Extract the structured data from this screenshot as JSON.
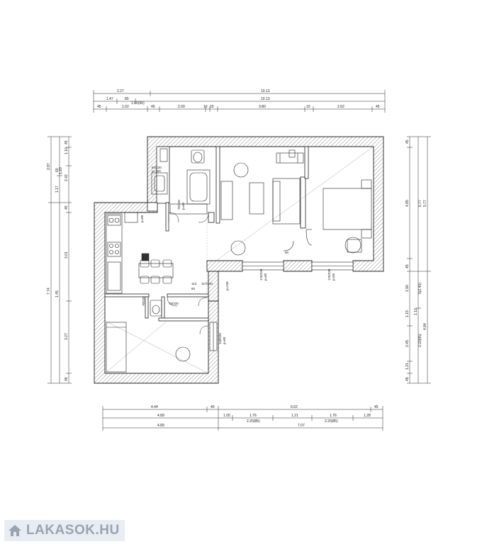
{
  "top_dims": {
    "row1": [
      "2.27",
      "10.13"
    ],
    "row2": [
      "1.47",
      "80",
      "1.55(95)",
      "10.13"
    ],
    "row3": [
      "45",
      "1.02",
      "45",
      "2.00",
      "10",
      "20",
      "3.80",
      "10",
      "2.62",
      "45"
    ]
  },
  "bottom_dims": {
    "row1": [
      "4.44",
      "45",
      "6.62",
      "45"
    ],
    "row2": [
      "4.89",
      "1.05",
      "1.76",
      "1.21",
      "1.76",
      "1.28"
    ],
    "row2_sub": [
      "2.20(85)",
      "2.20(85)"
    ],
    "row3": [
      "4.89",
      "7.07"
    ]
  },
  "left_dims": {
    "outer": [
      "2.87",
      "7.74"
    ],
    "inner": [
      "1.10",
      "60",
      "1.20",
      "1.17",
      "45",
      "3.01",
      "3.27",
      "45"
    ],
    "extra": [
      "45",
      "2.42",
      "1.45"
    ]
  },
  "right_dims": {
    "outer": [
      "5.77",
      "4.84"
    ],
    "inner": [
      "45",
      "4.85",
      "45",
      "1.90",
      "1.15",
      "2.45",
      "1.21",
      "45"
    ],
    "extra": [
      "5(2.40)",
      "1.12",
      "2.20(95)"
    ]
  },
  "room_labels": {
    "bath_door": "60/120",
    "bath_door2": "p=120",
    "wc_door": "75/220",
    "wc_door2": "p=60",
    "pantry": "p=80",
    "kitchen_tag": "4.4",
    "entry1": "113",
    "entry2": "117/240",
    "entry3": "60",
    "living_win": "176/220",
    "living_win2": "p=85",
    "bed_win": "176/220",
    "bed_win2": "p=85",
    "hall_door": "p=240",
    "sm_door": "75/220",
    "bed2_win": "118/220",
    "bed2_win2": "p=80",
    "closet": "70/220",
    "bal": "90"
  },
  "watermark": {
    "text": "LAKASOK.HU",
    "icon": "house-icon",
    "color": "#9aa3b0"
  }
}
